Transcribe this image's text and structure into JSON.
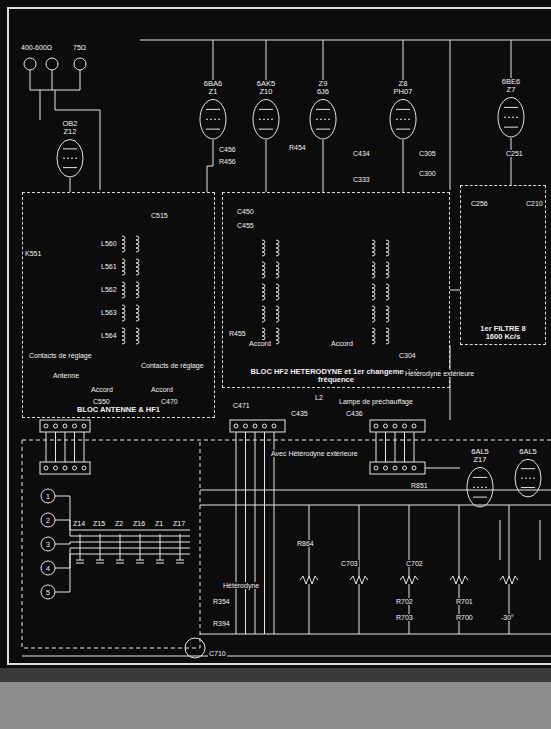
{
  "diagram": {
    "nodes": [
      {
        "text": [
          "BLOC ANTENNE & HF1"
        ]
      },
      {
        "text": [
          "BLOC HF2 HETERODYNE et 1er changement de fréquence"
        ]
      },
      {
        "text": [
          "1er FILTRE 8",
          "1600 Kc/s"
        ]
      },
      {
        "text": [
          "6BA6",
          "Z1"
        ]
      },
      {
        "text": [
          "6AK5",
          "Z10"
        ]
      },
      {
        "text": [
          "Z9",
          "6J6"
        ]
      },
      {
        "text": [
          "Z8",
          "PH07"
        ]
      },
      {
        "text": [
          "6BE6",
          "Z7"
        ]
      },
      {
        "text": [
          "OB2",
          "Z12"
        ]
      },
      {
        "text": [
          "6AL5",
          "Z17"
        ]
      },
      {
        "text": [
          "6AL5"
        ]
      }
    ],
    "edges": [
      {
        "from": 8,
        "to": 0,
        "arrow": "none"
      },
      {
        "from": 3,
        "to": 0,
        "arrow": "none"
      },
      {
        "from": 4,
        "to": 1,
        "arrow": "none"
      },
      {
        "from": 5,
        "to": 1,
        "arrow": "none"
      },
      {
        "from": 6,
        "to": 1,
        "arrow": "none"
      },
      {
        "from": 1,
        "to": 2,
        "arrow": "none"
      },
      {
        "from": 7,
        "to": 2,
        "arrow": "none"
      }
    ],
    "labels": [
      "400-600Ω",
      "75Ω",
      "K551",
      "L560",
      "L561",
      "L562",
      "L563",
      "L564",
      "C515",
      "C456",
      "R456",
      "R454",
      "C434",
      "C333",
      "C305",
      "C300",
      "C450",
      "C455",
      "R455",
      "C550",
      "C470",
      "Accord",
      "Antenne",
      "Contacts de réglage",
      "Accord",
      "Contacts de réglage",
      "Accord",
      "Accord",
      "C304",
      "C471",
      "L2",
      "Lampe de préchauffage",
      "C435",
      "C436",
      "Hétérodyne extérieure",
      "C251",
      "C256",
      "C210",
      "Avec Hétérodyne extérieure",
      "R864",
      "C703",
      "C702",
      "R354",
      "R394",
      "Hétérodyne",
      "R702",
      "R701",
      "R703",
      "R700",
      "-30°",
      "Z14",
      "Z15",
      "Z2",
      "Z16",
      "Z1",
      "Z17",
      "1",
      "2",
      "3",
      "4",
      "5",
      "C710",
      "R851"
    ]
  }
}
